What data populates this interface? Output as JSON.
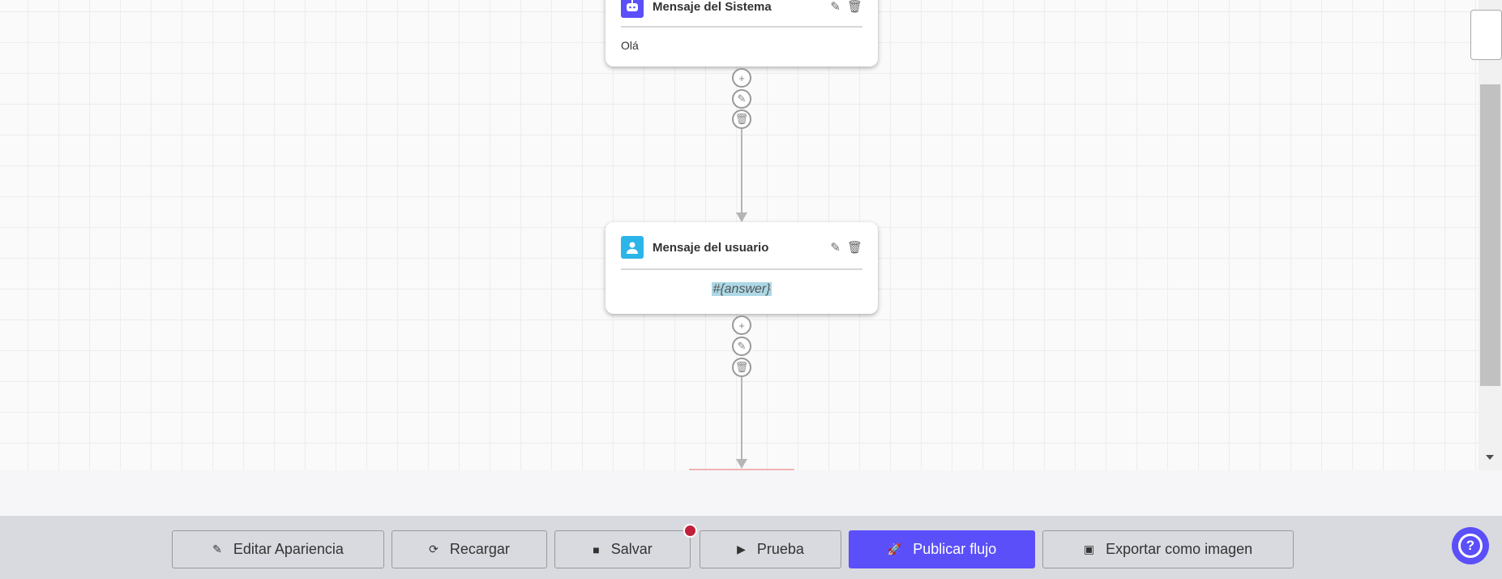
{
  "nodes": [
    {
      "title": "Mensaje del Sistema",
      "content": "Olá",
      "icon": "robot-icon",
      "icon_color": "#5b4ff9"
    },
    {
      "title": "Mensaje del usuario",
      "content": "#{answer}",
      "icon": "user-icon",
      "icon_color": "#2bb5e8"
    }
  ],
  "toolbar": {
    "edit_appearance": "Editar Apariencia",
    "reload": "Recargar",
    "save": "Salvar",
    "test": "Prueba",
    "publish": "Publicar flujo",
    "export": "Exportar como imagen"
  },
  "colors": {
    "primary": "#5b4ff9",
    "unsaved_dot": "#c0203a"
  }
}
